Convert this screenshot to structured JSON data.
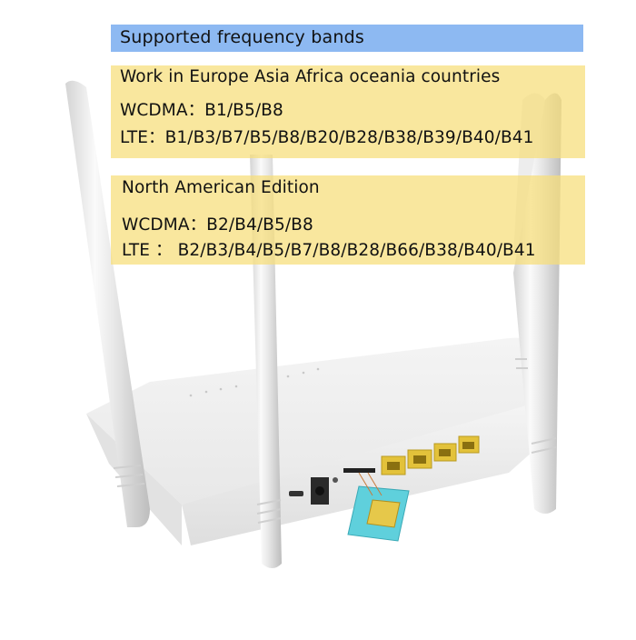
{
  "header": {
    "title": "Supported frequency bands",
    "color": "#8db9f2"
  },
  "regions": [
    {
      "title": "Work in Europe Asia Africa oceania countries",
      "wcdma": "WCDMA：B1/B5/B8",
      "lte": "LTE：B1/B3/B7/B5/B8/B20/B28/B38/B39/B40/B41"
    },
    {
      "title": "North American Edition",
      "wcdma": "WCDMA：B2/B4/B5/B8",
      "lte": "LTE ： B2/B3/B4/B5/B7/B8/B28/B66/B38/B40/B41"
    }
  ],
  "panel_color": "#f6de78",
  "product": {
    "name": "4G LTE router with 4 antennas",
    "ports": [
      "micro-usb",
      "dc-power",
      "reset",
      "sim-slot",
      "lan1",
      "lan2",
      "lan3",
      "wan"
    ],
    "sim_card_color": "#5fd0dc",
    "port_color": "#e3c23a"
  }
}
